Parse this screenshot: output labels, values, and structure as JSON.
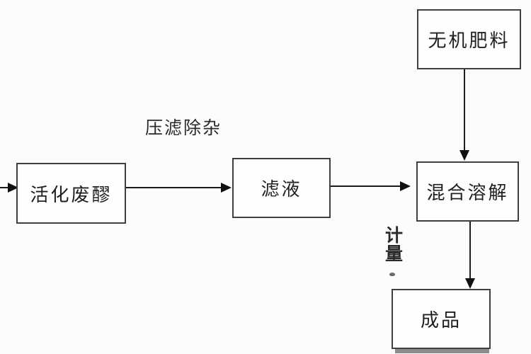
{
  "diagram": {
    "title": "fertilizer-process-flowchart",
    "background_color": "#fcfcfc",
    "box_border_color": "#3f3f3f",
    "line_color": "#1c1c1c",
    "text_color": "#1f1f1f",
    "shadow_color": "#8d8d8d",
    "nodes": [
      {
        "id": "activated-waste-mash",
        "label": "活化废醪"
      },
      {
        "id": "filtrate",
        "label": "滤液"
      },
      {
        "id": "inorganic-fertilizer",
        "label": "无机肥料"
      },
      {
        "id": "mix-dissolve",
        "label": "混合溶解"
      },
      {
        "id": "finished-product",
        "label": "成品"
      }
    ],
    "labels": [
      {
        "id": "press-filter-step",
        "text": "压滤除杂",
        "orientation": "horizontal"
      },
      {
        "id": "metering-step",
        "text": "计量",
        "orientation": "vertical"
      }
    ],
    "edges": [
      {
        "from": "off-canvas-left",
        "to": "activated-waste-mash",
        "direction": "right"
      },
      {
        "from": "activated-waste-mash",
        "to": "filtrate",
        "direction": "right"
      },
      {
        "from": "filtrate",
        "to": "mix-dissolve",
        "direction": "right"
      },
      {
        "from": "inorganic-fertilizer",
        "to": "mix-dissolve",
        "direction": "down"
      },
      {
        "from": "mix-dissolve",
        "to": "finished-product",
        "direction": "down"
      }
    ]
  }
}
